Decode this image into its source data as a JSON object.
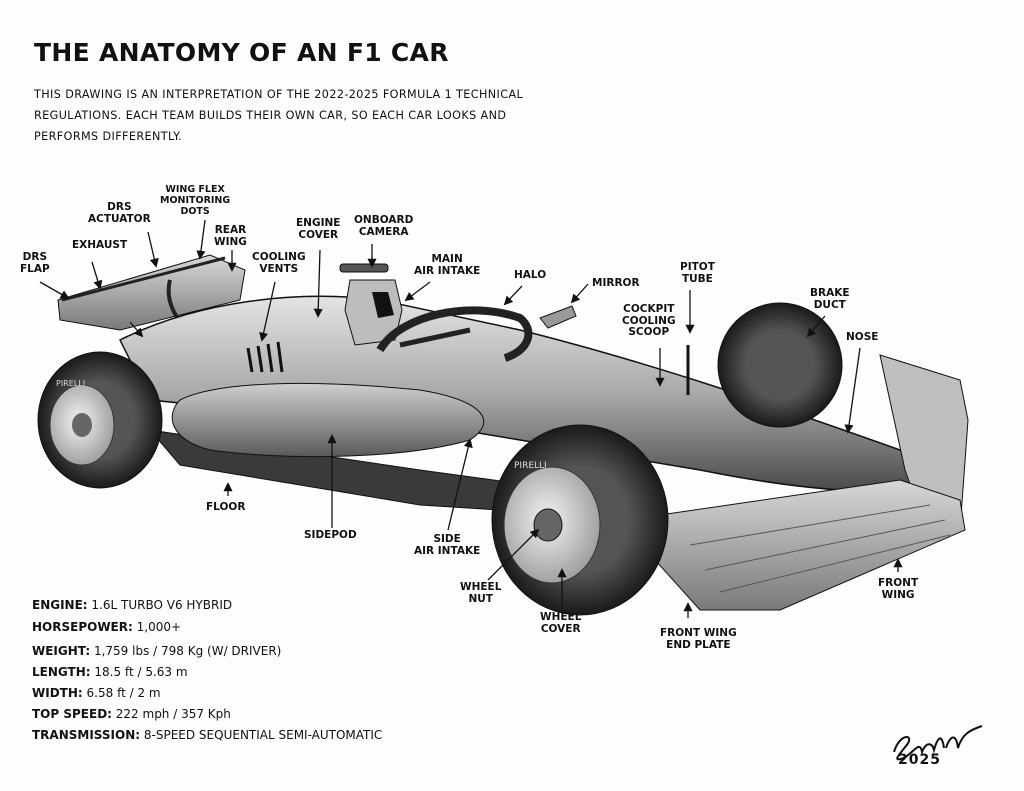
{
  "title": "THE ANATOMY OF AN F1 CAR",
  "intro_lines": [
    "THIS DRAWING IS AN INTERPRETATION OF THE 2022-2025 FORMULA 1 TECHNICAL",
    "REGULATIONS. EACH TEAM BUILDS THEIR OWN CAR, SO EACH CAR LOOKS AND",
    "PERFORMS DIFFERENTLY."
  ],
  "labels": {
    "drs_flap": "DRS\nFLAP",
    "exhaust": "EXHAUST",
    "drs_actuator": "DRS\nACTUATOR",
    "wing_flex_dots": "WING FLEX\nMONITORING\nDOTS",
    "rear_wing": "REAR\nWING",
    "cooling_vents": "COOLING\nVENTS",
    "engine_cover": "ENGINE\nCOVER",
    "onboard_camera": "ONBOARD\nCAMERA",
    "main_air_intake": "MAIN\nAIR INTAKE",
    "halo": "HALO",
    "mirror": "MIRROR",
    "pitot_tube": "PITOT\nTUBE",
    "cockpit_cooling_scoop": "COCKPIT\nCOOLING\nSCOOP",
    "brake_duct": "BRAKE\nDUCT",
    "nose": "NOSE",
    "floor": "FLOOR",
    "sidepod": "SIDEPOD",
    "side_air_intake": "SIDE\nAIR INTAKE",
    "wheel_nut": "WHEEL\nNUT",
    "wheel_cover": "WHEEL\nCOVER",
    "front_wing_end_plate": "FRONT WING\nEND PLATE",
    "front_wing": "FRONT\nWING"
  },
  "specs": [
    {
      "key": "ENGINE:",
      "value": "1.6L TURBO V6 HYBRID"
    },
    {
      "key": "HORSEPOWER:",
      "value": "1,000+"
    },
    {
      "key": "WEIGHT:",
      "value": "1,759 lbs / 798 Kg (W/ DRIVER)"
    },
    {
      "key": "LENGTH:",
      "value": "18.5 ft / 5.63 m"
    },
    {
      "key": "WIDTH:",
      "value": "6.58 ft / 2 m"
    },
    {
      "key": "TOP SPEED:",
      "value": "222 mph / 357 Kph"
    },
    {
      "key": "TRANSMISSION:",
      "value": "8-SPEED SEQUENTIAL SEMI-AUTOMATIC"
    }
  ],
  "tire_brand": "PIRELLI",
  "signature": {
    "year": "2025"
  }
}
